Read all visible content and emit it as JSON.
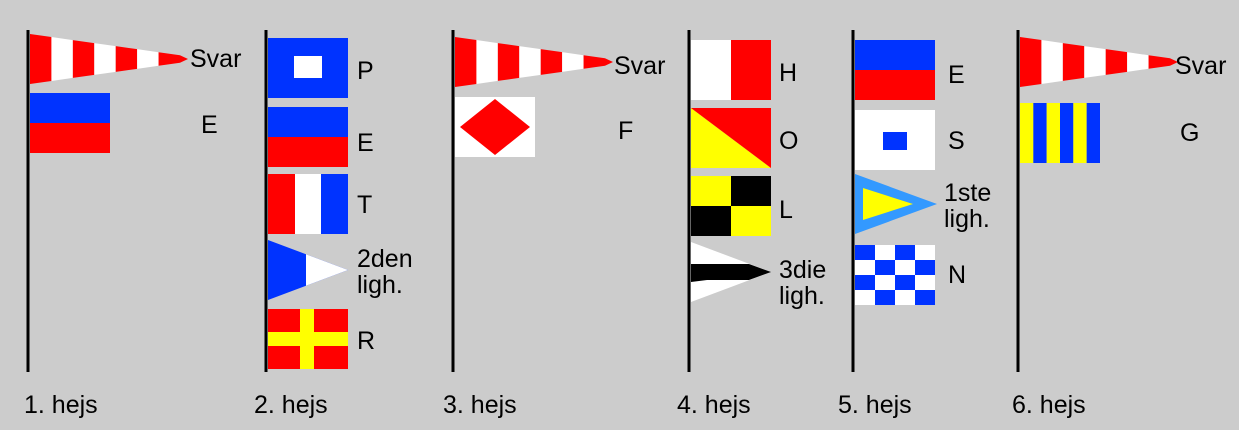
{
  "colors": {
    "background": "#cccccc",
    "red": "#ff0000",
    "white": "#ffffff",
    "blue": "#0033ff",
    "yellow": "#ffff00",
    "black": "#000000",
    "light_blue": "#3399ff"
  },
  "hoists": [
    {
      "label": "1. hejs",
      "flags": [
        {
          "letter": "Svar",
          "flag": "answering-pennant"
        },
        {
          "letter": "E",
          "flag": "echo-flag"
        }
      ]
    },
    {
      "label": "2. hejs",
      "flags": [
        {
          "letter": "P",
          "flag": "papa-flag"
        },
        {
          "letter": "E",
          "flag": "echo-flag"
        },
        {
          "letter": "T",
          "flag": "tango-flag"
        },
        {
          "letter": "2den\nligh.",
          "flag": "second-substitute-pennant"
        },
        {
          "letter": "R",
          "flag": "romeo-flag"
        }
      ]
    },
    {
      "label": "3. hejs",
      "flags": [
        {
          "letter": "Svar",
          "flag": "answering-pennant"
        },
        {
          "letter": "F",
          "flag": "foxtrot-flag"
        }
      ]
    },
    {
      "label": "4. hejs",
      "flags": [
        {
          "letter": "H",
          "flag": "hotel-flag"
        },
        {
          "letter": "O",
          "flag": "oscar-flag"
        },
        {
          "letter": "L",
          "flag": "lima-flag"
        },
        {
          "letter": "3die\nligh.",
          "flag": "third-substitute-pennant"
        }
      ]
    },
    {
      "label": "5. hejs",
      "flags": [
        {
          "letter": "E",
          "flag": "echo-flag"
        },
        {
          "letter": "S",
          "flag": "sierra-flag"
        },
        {
          "letter": "1ste\nligh.",
          "flag": "first-substitute-pennant"
        },
        {
          "letter": "N",
          "flag": "november-flag"
        }
      ]
    },
    {
      "label": "6. hejs",
      "flags": [
        {
          "letter": "Svar",
          "flag": "answering-pennant"
        },
        {
          "letter": "G",
          "flag": "golf-flag"
        }
      ]
    }
  ]
}
